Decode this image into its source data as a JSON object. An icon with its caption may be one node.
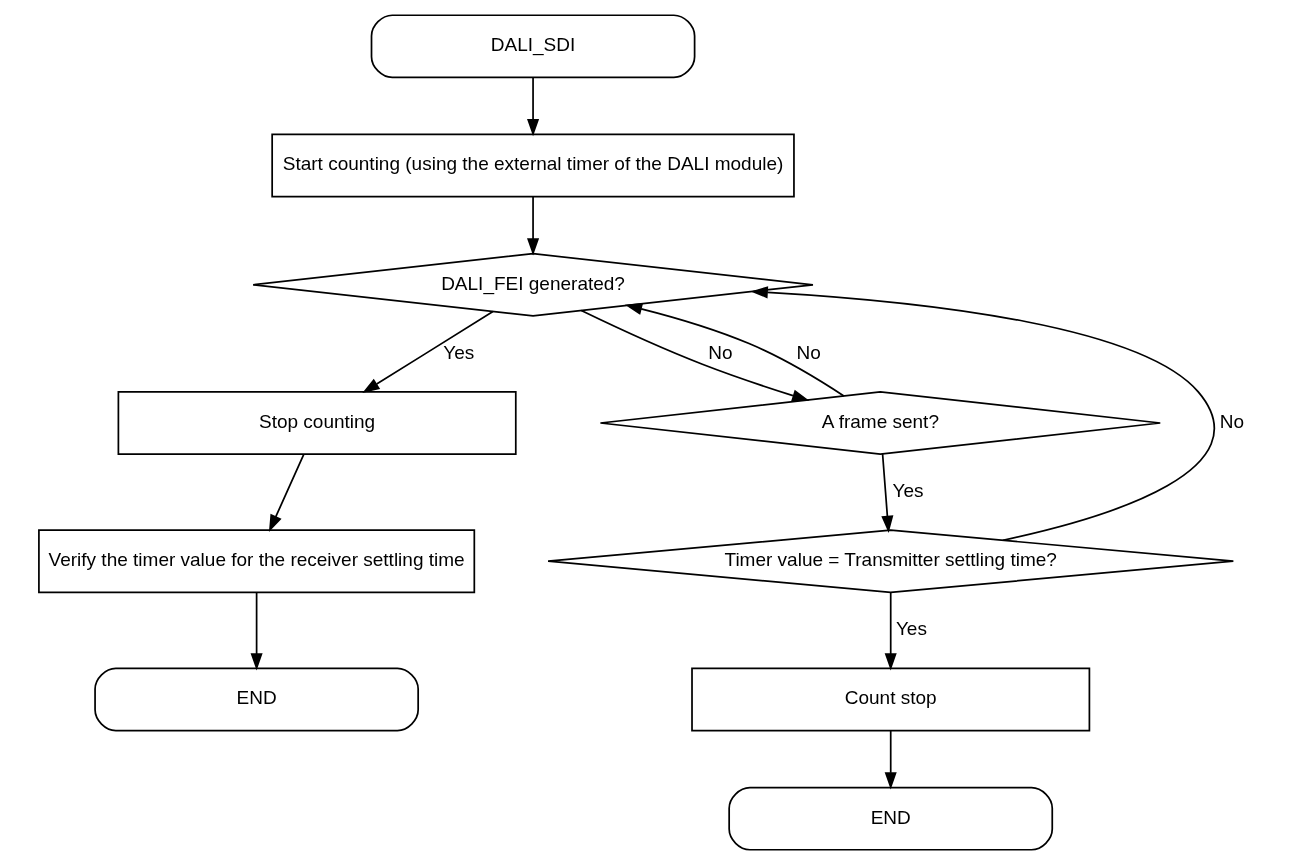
{
  "diagram": {
    "nodes": [
      {
        "text": [
          "DALI_SDI"
        ]
      },
      {
        "text": [
          "Start counting (using the external timer of the DALI module)"
        ]
      },
      {
        "text": [
          "DALI_FEI generated?"
        ]
      },
      {
        "text": [
          "Stop counting"
        ]
      },
      {
        "text": [
          "Verify the timer value for the receiver settling time"
        ]
      },
      {
        "text": [
          "END"
        ]
      },
      {
        "text": [
          "A frame sent?"
        ]
      },
      {
        "text": [
          "Timer value = Transmitter settling time?"
        ]
      },
      {
        "text": [
          "Count stop"
        ]
      },
      {
        "text": [
          "END"
        ]
      }
    ],
    "edges": [
      {
        "from": 0,
        "to": 1,
        "arrow": "to"
      },
      {
        "from": 1,
        "to": 2,
        "arrow": "to"
      },
      {
        "from": 2,
        "to": 3,
        "arrow": "to",
        "label": "Yes"
      },
      {
        "from": 2,
        "to": 6,
        "arrow": "to",
        "label": "No"
      },
      {
        "from": 3,
        "to": 4,
        "arrow": "to"
      },
      {
        "from": 4,
        "to": 5,
        "arrow": "to"
      },
      {
        "from": 6,
        "to": 7,
        "arrow": "to",
        "label": "Yes"
      },
      {
        "from": 6,
        "to": 2,
        "arrow": "to",
        "label": "No"
      },
      {
        "from": 7,
        "to": 2,
        "arrow": "to",
        "label": "No"
      },
      {
        "from": 7,
        "to": 8,
        "arrow": "to",
        "label": "Yes"
      },
      {
        "from": 8,
        "to": 9,
        "arrow": "to"
      }
    ]
  }
}
